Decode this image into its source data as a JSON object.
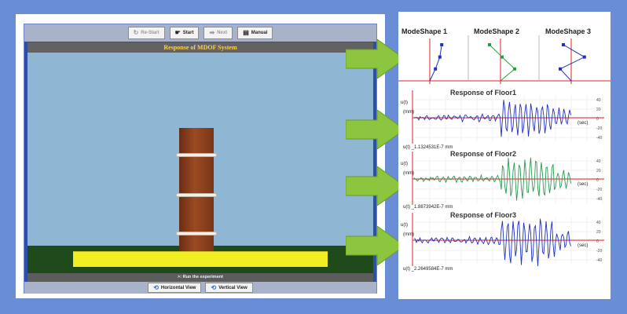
{
  "toolbar": {
    "buttons": [
      {
        "label": "Re-Start",
        "icon": "restart-icon",
        "enabled": false
      },
      {
        "label": "Start",
        "icon": "start-icon",
        "enabled": true
      },
      {
        "label": "Next",
        "icon": "next-arrow-icon",
        "enabled": false
      },
      {
        "label": "Manual",
        "icon": "manual-icon",
        "enabled": true
      }
    ]
  },
  "window_title": "Response of MDOF System",
  "status": ">: Run the experiment",
  "view_buttons": [
    {
      "label": "Horizontal View",
      "icon": "rotate-icon"
    },
    {
      "label": "Vertical View",
      "icon": "rotate-icon"
    }
  ],
  "colors": {
    "page_bg": "#6a8ed6",
    "sky": "#8fb6d3",
    "ground": "#1f4a1c",
    "platform": "#f2ee24",
    "title_text": "#ffd34a",
    "arrow_green": "#8cc63f",
    "axis_red": "#e02020",
    "mode_blue": "#2030c0",
    "mode_green": "#20a040",
    "floor1": "#2030c0",
    "floor2": "#2a9a50",
    "floor3": "#2030c0"
  },
  "mode_shapes": [
    {
      "label": "ModeShape 1",
      "points": [
        [
          0.0,
          0.0
        ],
        [
          0.18,
          0.33
        ],
        [
          0.32,
          0.66
        ],
        [
          0.38,
          1.0
        ]
      ]
    },
    {
      "label": "ModeShape 2",
      "points": [
        [
          0.0,
          0.0
        ],
        [
          0.45,
          0.33
        ],
        [
          0.05,
          0.66
        ],
        [
          -0.35,
          1.0
        ]
      ]
    },
    {
      "label": "ModeShape 3",
      "points": [
        [
          0.0,
          0.0
        ],
        [
          -0.35,
          0.33
        ],
        [
          0.42,
          0.66
        ],
        [
          -0.25,
          1.0
        ]
      ]
    }
  ],
  "axis": {
    "y_label": "u(t)",
    "y_unit": "(mm)",
    "x_unit": "(sec)",
    "yticks": [
      "40",
      "20",
      "0",
      "-20",
      "-40"
    ]
  },
  "floors": [
    {
      "title": "Response  of Floor1",
      "readout": "u(t) _1.1324531E-7 mm",
      "color": "#2030c0"
    },
    {
      "title": "Response  of Floor2",
      "readout": "u(t) _1.8873942E-7 mm",
      "color": "#2a9a50"
    },
    {
      "title": "Response  of Floor3",
      "readout": "u(t) _2.2649584E-7 mm",
      "color": "#2030c0"
    }
  ]
}
